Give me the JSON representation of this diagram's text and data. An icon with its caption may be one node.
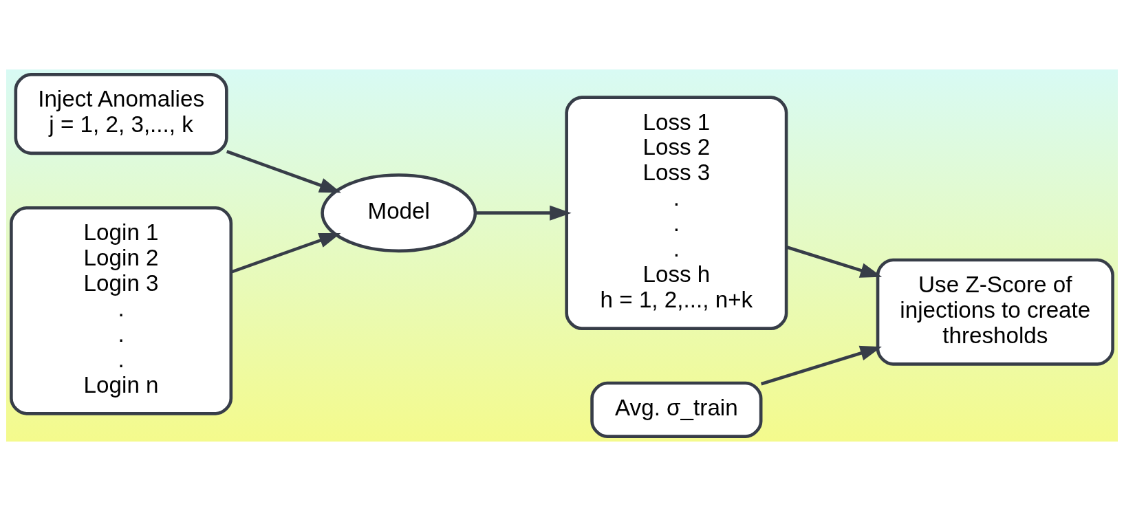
{
  "diagram": {
    "nodes": [
      {
        "text": [
          "Inject Anomalies",
          "j = 1, 2, 3,..., k"
        ]
      },
      {
        "text": [
          "Login 1",
          "Login 2",
          "Login 3",
          ".",
          ".",
          ".",
          "Login n"
        ]
      },
      {
        "text": [
          "Model"
        ]
      },
      {
        "text": [
          "Loss 1",
          "Loss 2",
          "Loss 3",
          ".",
          ".",
          ".",
          "Loss h",
          "h = 1, 2,..., n+k"
        ]
      },
      {
        "text": [
          "Use Z-Score of injections to create thresholds"
        ]
      },
      {
        "text": [
          "Avg. σ_train"
        ]
      }
    ],
    "edges": [
      {
        "from": 1,
        "to": 2,
        "arrow": "to"
      },
      {
        "from": 0,
        "to": 2,
        "arrow": "to"
      },
      {
        "from": 2,
        "to": 3,
        "arrow": "to"
      },
      {
        "from": 3,
        "to": 4,
        "arrow": "to"
      },
      {
        "from": 5,
        "to": 4,
        "arrow": "to"
      }
    ]
  }
}
